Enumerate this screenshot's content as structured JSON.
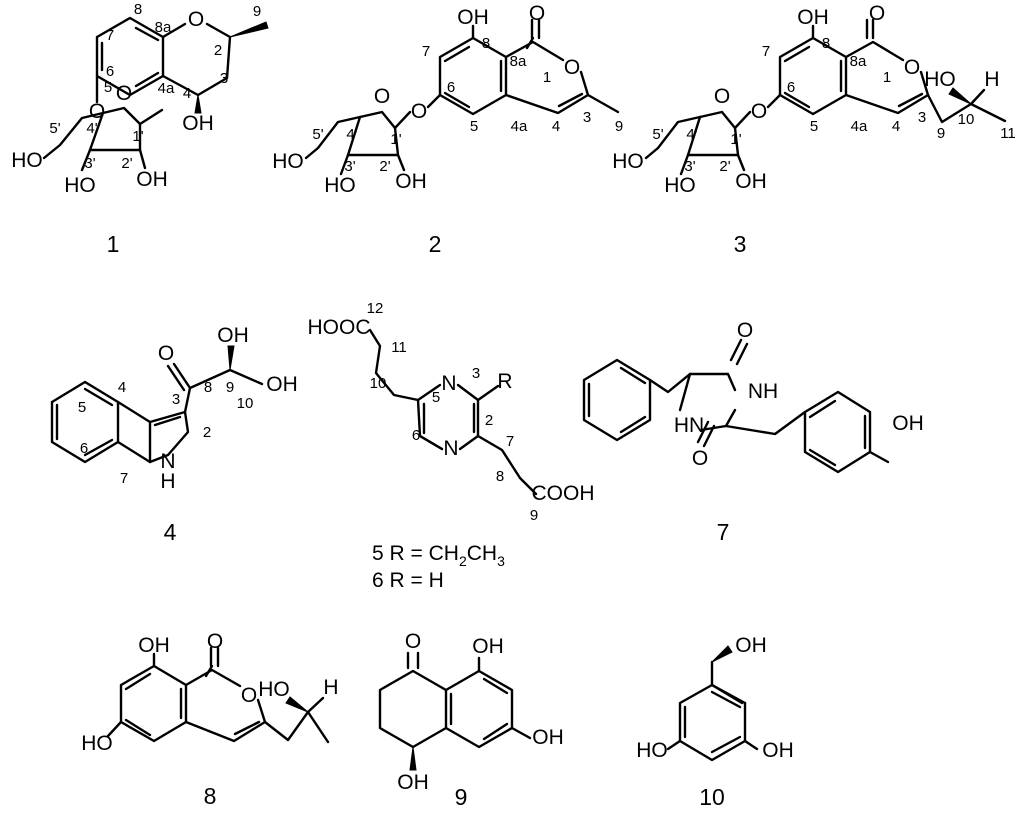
{
  "compounds": {
    "c1": {
      "id": "1",
      "atoms": {
        "o_ring": "O",
        "oh4": "OH",
        "o_link": "O",
        "o_fur": "O",
        "ho5p": "HO",
        "ho3p": "HO",
        "oh2p": "OH"
      },
      "locants": {
        "n8": "8",
        "n8a": "8a",
        "n9": "9",
        "n7": "7",
        "n2": "2",
        "n6": "6",
        "n3": "3",
        "n5": "5",
        "n4a": "4a",
        "n4": "4",
        "n5p": "5'",
        "n4p": "4'",
        "n1p": "1'",
        "n3p": "3'",
        "n2p": "2'"
      }
    },
    "c2": {
      "id": "2",
      "atoms": {
        "oh8": "OH",
        "o_co": "O",
        "o_ring": "O",
        "o_link": "O",
        "o_fur": "O",
        "ho5p": "HO",
        "ho3p": "HO",
        "oh2p": "OH"
      },
      "locants": {
        "n8": "8",
        "n8a": "8a",
        "n1": "1",
        "n7": "7",
        "n6": "6",
        "n5": "5",
        "n4a": "4a",
        "n4": "4",
        "n3": "3",
        "n9": "9",
        "n5p": "5'",
        "n4p": "4'",
        "n1p": "1'",
        "n3p": "3'",
        "n2p": "2'"
      }
    },
    "c3": {
      "id": "3",
      "atoms": {
        "oh8": "OH",
        "o_co": "O",
        "o_ring": "O",
        "o_link": "O",
        "ho10": "HO",
        "h10": "H",
        "o_fur": "O",
        "ho5p": "HO",
        "ho3p": "HO",
        "oh2p": "OH"
      },
      "locants": {
        "n8": "8",
        "n8a": "8a",
        "n1": "1",
        "n7": "7",
        "n6": "6",
        "n5": "5",
        "n4a": "4a",
        "n4": "4",
        "n3": "3",
        "n9": "9",
        "n10": "10",
        "n11": "11",
        "n5p": "5'",
        "n4p": "4'",
        "n1p": "1'",
        "n3p": "3'",
        "n2p": "2'"
      }
    },
    "c4": {
      "id": "4",
      "atoms": {
        "oh9": "OH",
        "o_co": "O",
        "oh10": "OH",
        "nh": "N",
        "h": "H"
      },
      "locants": {
        "n8": "8",
        "n9": "9",
        "n10": "10",
        "n4": "4",
        "n3": "3",
        "n5": "5",
        "n2": "2",
        "n6": "6",
        "n7": "7"
      }
    },
    "c5": {
      "id": "5",
      "atoms": {
        "hooc": "HOOC",
        "n_top": "N",
        "r": "R",
        "n_bot": "N",
        "cooh": "COOH"
      },
      "locants": {
        "n12": "12",
        "n11": "11",
        "n10": "10",
        "n5": "5",
        "n3": "3",
        "n2": "2",
        "n6": "6",
        "n7": "7",
        "n8": "8",
        "n9": "9"
      }
    },
    "c6": {
      "id": "6"
    },
    "c7": {
      "id": "7",
      "atoms": {
        "o_top": "O",
        "nh_right": "NH",
        "hn_left": "HN",
        "o_bot": "O",
        "oh": "OH"
      }
    },
    "c8": {
      "id": "8",
      "atoms": {
        "oh8": "OH",
        "o_co": "O",
        "o_ring": "O",
        "ho6": "HO",
        "ho10": "HO",
        "h10": "H"
      }
    },
    "c9": {
      "id": "9",
      "atoms": {
        "o_co": "O",
        "oh_top": "OH",
        "oh_right": "OH",
        "oh_bot": "OH"
      }
    },
    "c10": {
      "id": "10",
      "atoms": {
        "oh_top": "OH",
        "ho_left": "HO",
        "oh_right": "OH"
      }
    }
  },
  "r_groups": {
    "line5": {
      "prefix": "5 R = CH",
      "sub1": "2",
      "mid": "CH",
      "sub2": "3"
    },
    "line6": "6 R = H"
  }
}
